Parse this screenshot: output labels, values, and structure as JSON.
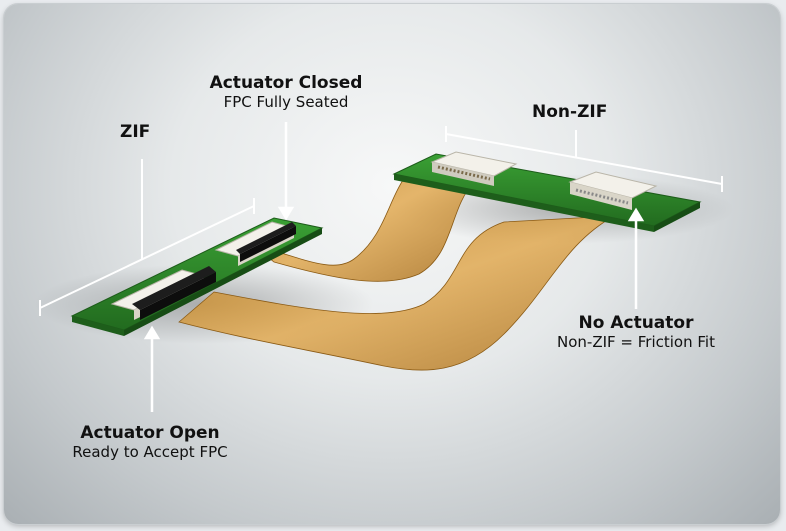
{
  "labels": {
    "zif": "ZIF",
    "non_zif": "Non-ZIF",
    "actuator_closed": {
      "title": "Actuator Closed",
      "subtitle": "FPC Fully Seated"
    },
    "actuator_open": {
      "title": "Actuator Open",
      "subtitle": "Ready to Accept FPC"
    },
    "no_actuator": {
      "title": "No Actuator",
      "subtitle": "Non-ZIF = Friction Fit"
    }
  },
  "colors": {
    "pcb_green": "#2f8a2a",
    "fpc_amber": "#c7882a",
    "connector_white": "#f1f0ea",
    "actuator_black": "#1c1c1c"
  }
}
